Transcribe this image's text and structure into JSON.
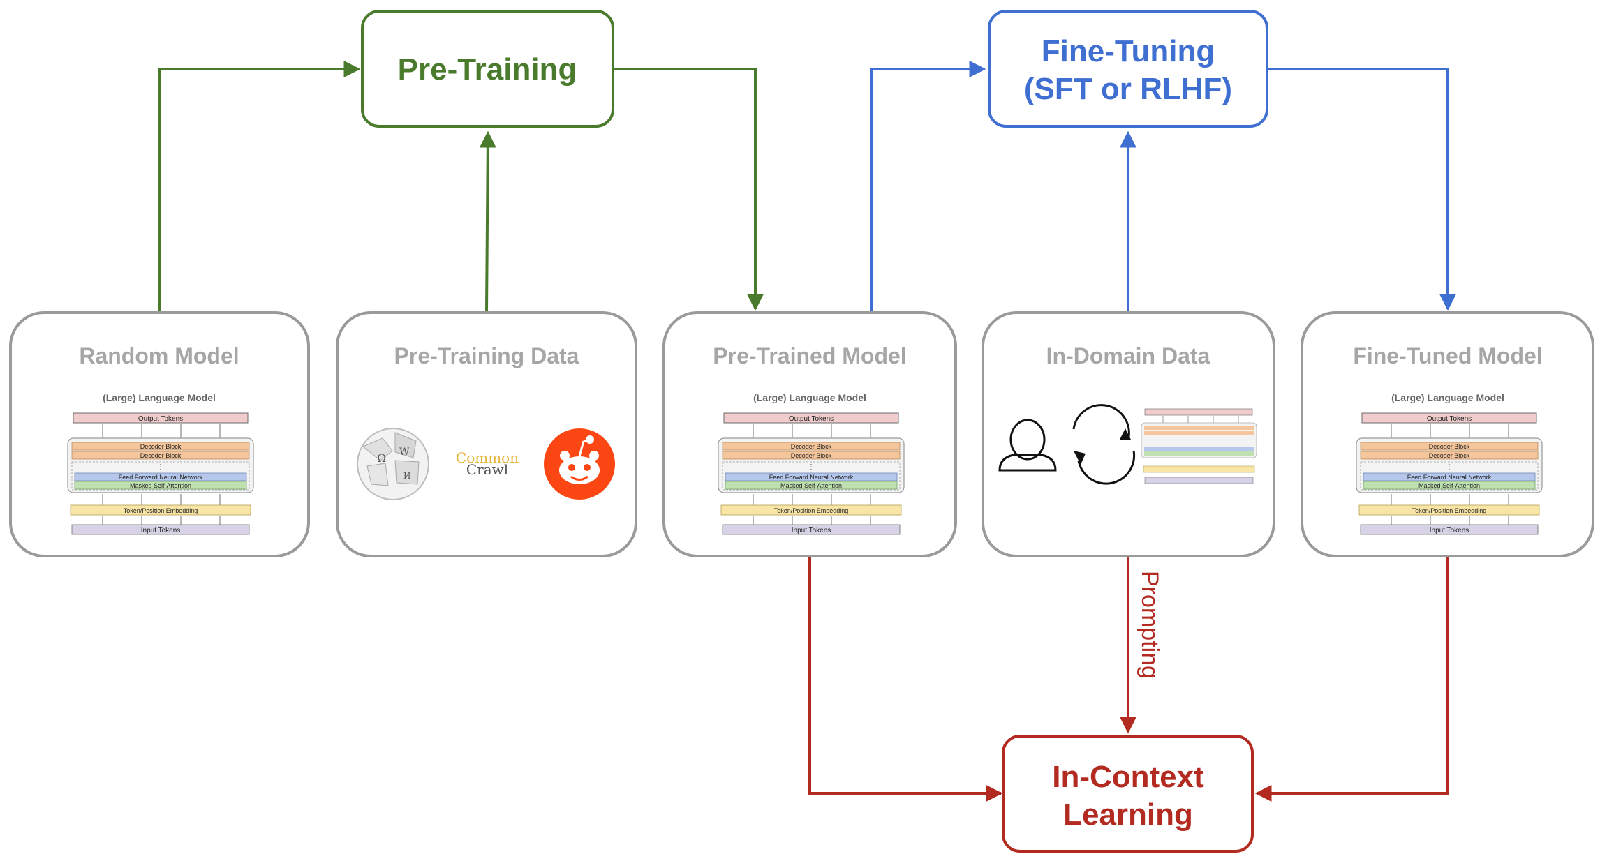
{
  "colors": {
    "pretrain": "#4a7a2c",
    "finetune": "#3f6fd1",
    "icl": "#b22a20",
    "gray_border": "#9a9a9a",
    "gray_text": "#a6a6a6"
  },
  "stages": {
    "pretraining": "Pre-Training",
    "finetuning_line1": "Fine-Tuning",
    "finetuning_line2": "(SFT or RLHF)",
    "icl_line1": "In-Context",
    "icl_line2": "Learning"
  },
  "cards": {
    "random_model": "Random Model",
    "pretraining_data": "Pre-Training Data",
    "pretrained_model": "Pre-Trained Model",
    "indomain_data": "In-Domain Data",
    "finetuned_model": "Fine-Tuned Model"
  },
  "llm": {
    "title": "(Large) Language Model",
    "output_tokens": "Output Tokens",
    "decoder_block": "Decoder Block",
    "ellipsis": "⋮",
    "ffnn": "Feed Forward Neural Network",
    "masked_attention": "Masked Self-Attention",
    "embedding": "Token/Position Embedding",
    "input_tokens": "Input Tokens"
  },
  "data_logos": {
    "wikipedia": "wikipedia-logo",
    "common_line1": "Common",
    "common_line2": "Crawl",
    "reddit": "reddit-logo"
  },
  "edge_labels": {
    "prompting": "Prompting"
  },
  "icons": [
    "user-icon",
    "refresh-cycle-icon"
  ]
}
